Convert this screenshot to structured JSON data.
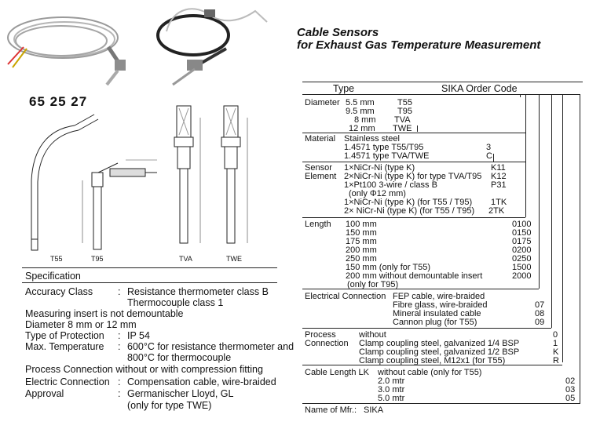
{
  "title": {
    "line1": "Cable Sensors",
    "line2": "for Exhaust Gas Temperature Measurement"
  },
  "product_code": "65 25 27",
  "drawing_labels": {
    "t55": "T55",
    "t95": "T95",
    "tva": "TVA",
    "twe": "TWE"
  },
  "spec": {
    "heading": "Specification",
    "rows": [
      {
        "label": "Accuracy Class",
        "sep": ":",
        "value": "Resistance thermometer class B"
      },
      {
        "label": "",
        "sep": "",
        "value": "Thermocouple class 1"
      },
      {
        "label": "Measuring insert is not demountable",
        "sep": "",
        "value": ""
      },
      {
        "label": "Diameter 8 mm or 12 mm",
        "sep": "",
        "value": ""
      },
      {
        "label": "Type of Protection",
        "sep": ":",
        "value": "IP 54"
      },
      {
        "label": "Max. Temperature",
        "sep": ":",
        "value": "600°C for resistance thermometer and"
      },
      {
        "label": "",
        "sep": "",
        "value": "800°C for thermocouple"
      },
      {
        "label": "Process Connection without or with compression fitting",
        "sep": "",
        "value": ""
      },
      {
        "label": "Electric Connection",
        "sep": ":",
        "value": "Compensation cable, wire-braided"
      },
      {
        "label": "Approval",
        "sep": ":",
        "value": "Germanischer Lloyd, GL"
      },
      {
        "label": "",
        "sep": "",
        "value": "(only for type TWE)"
      }
    ]
  },
  "order": {
    "header_type": "Type",
    "header_code": "SIKA Order Code",
    "diameter": {
      "label": "Diameter",
      "rows": [
        [
          "5.5 mm",
          "T55"
        ],
        [
          "9.5 mm",
          "T95"
        ],
        [
          "8 mm",
          "TVA"
        ],
        [
          "12 mm",
          "TWE"
        ]
      ]
    },
    "material": {
      "label": "Material",
      "lines": [
        "Stainless steel",
        "1.4571 type T55/T95",
        "1.4571 type TVA/TWE"
      ],
      "codes": [
        "",
        "3",
        "C"
      ]
    },
    "sensor": {
      "label1": "Sensor",
      "label2": "Element",
      "rows": [
        [
          "1×NiCr-Ni (type K)",
          "K11"
        ],
        [
          "2×NiCr-Ni (type K) for type TVA/T95",
          "K12"
        ],
        [
          "1×Pt100 3-wire / class B",
          "P31"
        ],
        [
          "(only Φ12 mm)",
          ""
        ],
        [
          "1×NiCr-Ni (type K) (for T55 / T95)",
          "1TK"
        ],
        [
          "2× NiCr-Ni (type K) (for T55 / T95)",
          "2TK"
        ]
      ]
    },
    "length": {
      "label": "Length",
      "rows": [
        [
          "100 mm",
          "0100"
        ],
        [
          "150 mm",
          "0150"
        ],
        [
          "175 mm",
          "0175"
        ],
        [
          "200 mm",
          "0200"
        ],
        [
          "250 mm",
          "0250"
        ],
        [
          "150 mm (only for T55)",
          "1500"
        ],
        [
          "200 mm without demountable insert",
          "2000"
        ],
        [
          "(only for T95)",
          ""
        ]
      ]
    },
    "electrical": {
      "label": "Electrical Connection",
      "rows": [
        [
          "FEP cable, wire-braided",
          ""
        ],
        [
          "Fibre glass, wire-braided",
          "07"
        ],
        [
          "Mineral insulated cable",
          "08"
        ],
        [
          "Cannon plug (for T55)",
          "09"
        ]
      ]
    },
    "process": {
      "label1": "Process",
      "label2": "Connection",
      "rows": [
        [
          "without",
          "0"
        ],
        [
          "Clamp coupling steel, galvanized 1/4 BSP",
          "1"
        ],
        [
          "Clamp coupling steel, galvanized 1/2 BSP",
          "K"
        ],
        [
          "Clamp coupling steel, M12x1 (for T55)",
          "R"
        ]
      ]
    },
    "cable": {
      "label": "Cable Length LK",
      "rows": [
        [
          "without cable (only for T55)",
          ""
        ],
        [
          "2.0 mtr",
          "02"
        ],
        [
          "3.0 mtr",
          "03"
        ],
        [
          "5.0 mtr",
          "05"
        ]
      ]
    },
    "manufacturer": {
      "label": "Name of Mfr.:",
      "value": "SIKA"
    }
  }
}
